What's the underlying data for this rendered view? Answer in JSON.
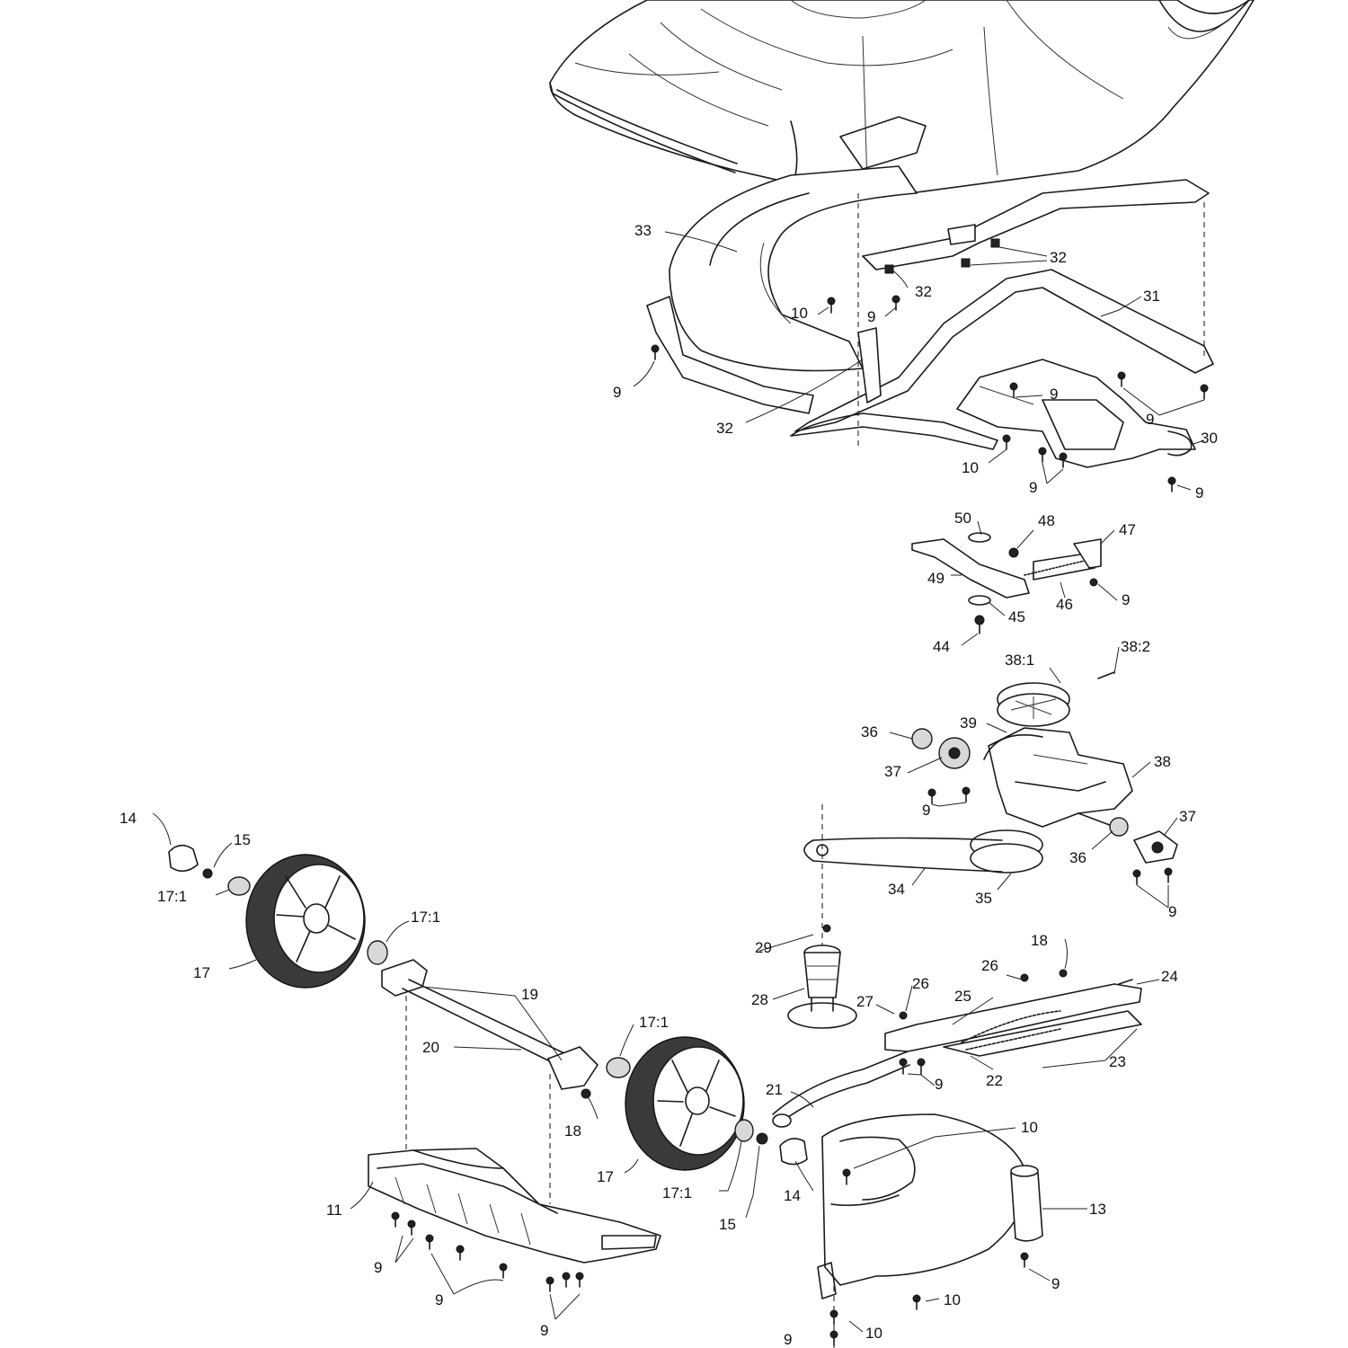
{
  "callouts": {
    "c33": "33",
    "c32a": "32",
    "c32b": "32",
    "c32c": "32",
    "c31": "31",
    "c10a": "10",
    "c9a": "9",
    "c9b": "9",
    "c9c": "9",
    "c9d": "9",
    "c10b": "10",
    "c9e": "9",
    "c30": "30",
    "c9f": "9",
    "c50": "50",
    "c48": "48",
    "c47": "47",
    "c49": "49",
    "c9g": "9",
    "c45": "45",
    "c46": "46",
    "c44": "44",
    "c38_1": "38:1",
    "c38_2": "38:2",
    "c39": "39",
    "c36a": "36",
    "c37a": "37",
    "c38": "38",
    "c9h": "9",
    "c37b": "37",
    "c36b": "36",
    "c34": "34",
    "c35": "35",
    "c9i": "9",
    "c14a": "14",
    "c15a": "15",
    "c17_1a": "17:1",
    "c17_1b": "17:1",
    "c17a": "17",
    "c19": "19",
    "c20": "20",
    "c17_1c": "17:1",
    "c18a": "18",
    "c29": "29",
    "c28": "28",
    "c27": "27",
    "c26a": "26",
    "c26b": "26",
    "c18b": "18",
    "c25": "25",
    "c24": "24",
    "c9j": "9",
    "c22": "22",
    "c23": "23",
    "c21": "21",
    "c10c": "10",
    "c17b": "17",
    "c17_1d": "17:1",
    "c15b": "15",
    "c14b": "14",
    "c11": "11",
    "c9k": "9",
    "c9l": "9",
    "c9m": "9",
    "c13": "13",
    "c9n": "9",
    "c10d": "10",
    "c10e": "10",
    "c9o": "9"
  }
}
